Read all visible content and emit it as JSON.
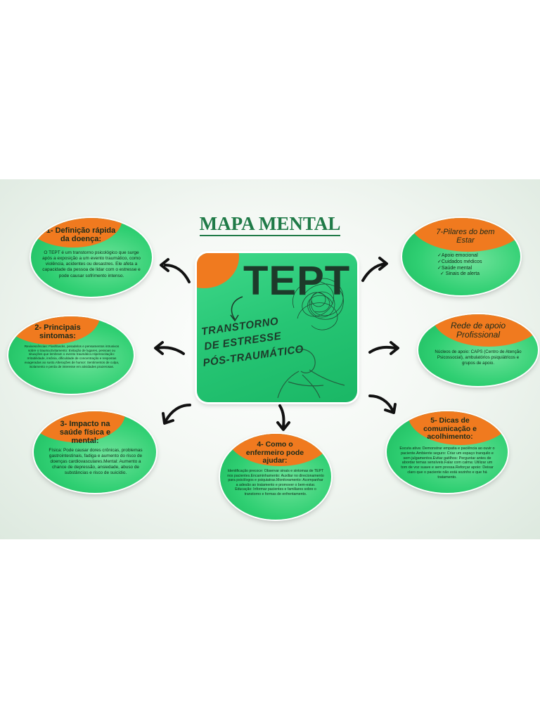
{
  "title": "MAPA MENTAL",
  "center": {
    "tept": "TEPT",
    "line1": "TRANSTORNO",
    "line2": "DE ESTRESSE",
    "line3": "PÓS-TRAUMÁTICO"
  },
  "nodes": {
    "n1": {
      "title": "1- Definição rápida da doença:",
      "text": "O TEPT é um transtorno psicológico que surge após a exposição a um evento traumático, como violência, acidentes ou desastres. Ele afeta a capacidade da pessoa de lidar com o estresse e pode causar sofrimento intenso."
    },
    "n2": {
      "title": "2- Principais sintomas:",
      "text": "Revivescências: Flashbacks, pesadelos e pensamentos intrusivos sobre o trauma.Evitamento: Evitação de lugares, pessoas ou situações que lembram o evento traumático.Hiperexcitação: Irritabilidade, insônia, dificuldade de concentração e respostas exageradas ao susto.Alterações de humor: Sentimentos de culpa, isolamento e perda de interesse em atividades prazerosas."
    },
    "n3": {
      "title": "3- Impacto na saúde física e mental:",
      "text": "Física: Pode causar dores crônicas, problemas gastrointestinais, fadiga e aumento do risco de doenças cardiovasculares.Mental: Aumento a chance de depressão, ansiedade, abuso de substâncias e risco de suicídio."
    },
    "n4": {
      "title": "4- Como o enfermeiro pode ajudar:",
      "text": "Identificação precoce: Observar sinais e sintomas de TEPT nos pacientes.Encaminhamento: Auxiliar no direcionamento para psicólogos e psiquiatras.Monitoramento: Acompanhar a adesão ao tratamento e promover o bem-estar. Educação: Informar pacientes e familiares sobre o transtorno e formas de enfrentamento."
    },
    "n5": {
      "title": "5- Dicas de comunicação e acolhimento:",
      "text": "Escuta ativa: Demonstrar empatia e paciência ao ouvir o paciente.Ambiente seguro: Criar um espaço tranquilo e sem julgamentos.Evitar gatilhos: Perguntar antes de abordar temas sensíveis.Falar com calma: Utilizar um tom de voz suave e sem pressa.Reforçar apoio: Deixar claro que o paciente não está sozinho e que há tratamento."
    },
    "n6": {
      "title_num": "6-",
      "title": "Rede de apoio Profissional",
      "text": "Núcleos de apoio: CAPS (Centro de Atenção Psicossocial), ambulatórios psiquiátricos e grupos de apoio."
    },
    "n7": {
      "title": "7-Pilares do bem Estar",
      "items": [
        "✓Apoio emocional",
        "✓Cuidados médicos",
        "✓Saúde mental",
        "✓ Sinais de alerta"
      ]
    }
  },
  "colors": {
    "green": "#2fcf72",
    "orange": "#f07a1f",
    "title": "#1f7a47"
  }
}
